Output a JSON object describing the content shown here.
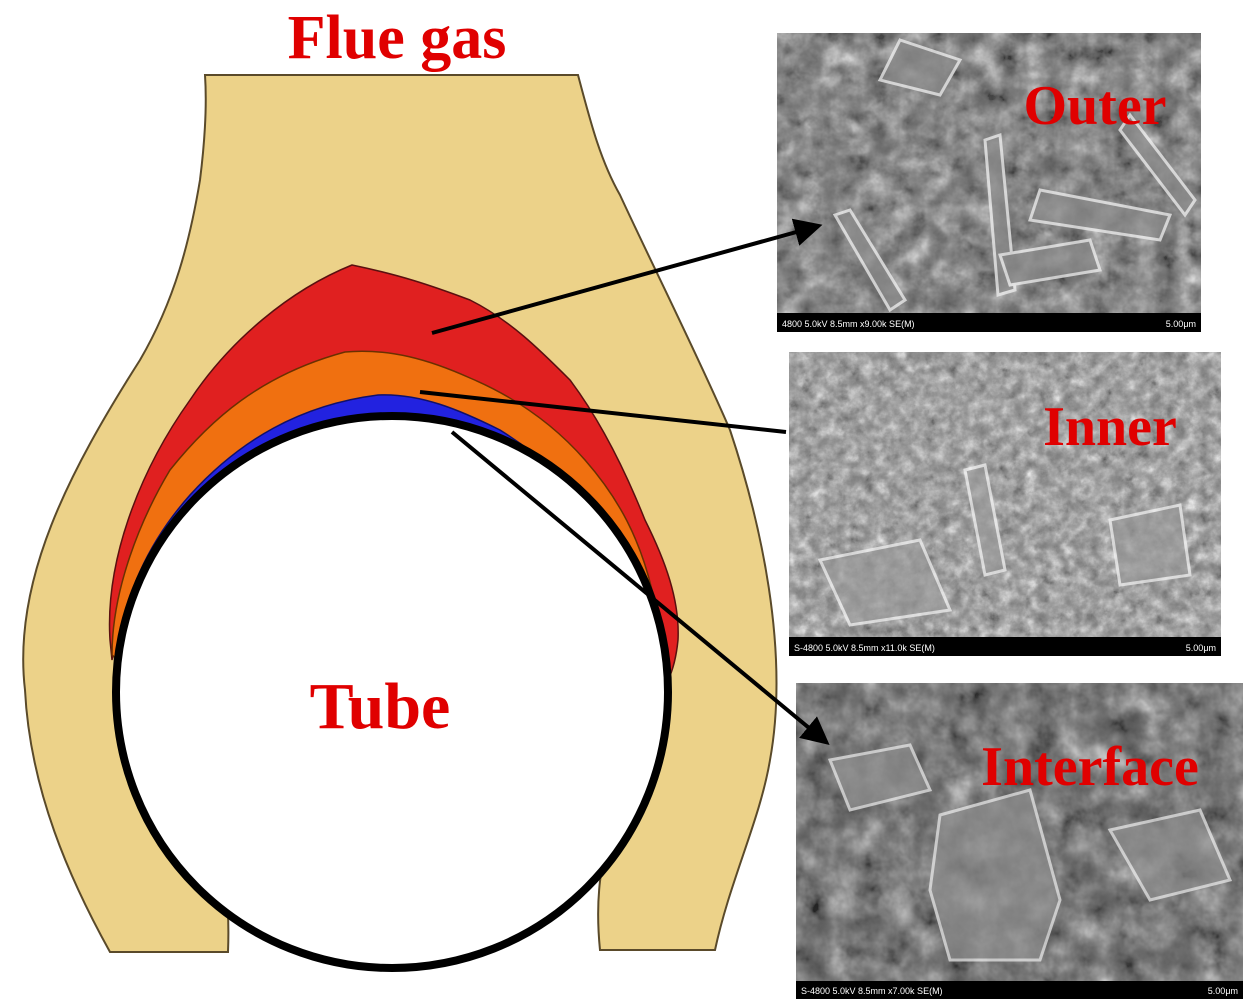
{
  "labels": {
    "flue_gas": "Flue gas",
    "tube": "Tube",
    "outer": "Outer",
    "inner": "Inner",
    "interface": "Interface"
  },
  "micrographs": {
    "outer": {
      "info": "4800 5.0kV 8.5mm x9.00k SE(M)",
      "scale": "5.00μm"
    },
    "inner": {
      "info": "S-4800 5.0kV 8.5mm x11.0k SE(M)",
      "scale": "5.00μm"
    },
    "interface": {
      "info": "S-4800 5.0kV 8.5mm x7.00k SE(M)",
      "scale": "5.00μm"
    }
  },
  "colors": {
    "deposit_body": "#ecd289",
    "outer_layer": "#e02020",
    "inner_layer": "#f07010",
    "interface_layer": "#2222e0",
    "label_red": "#e00000"
  }
}
